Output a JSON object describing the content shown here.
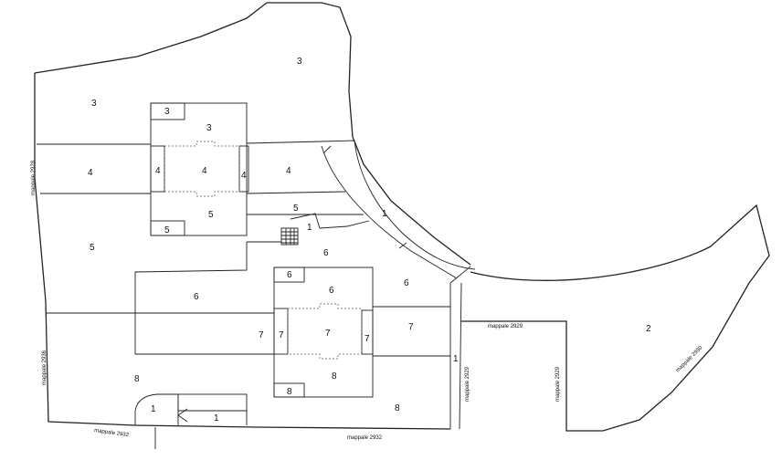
{
  "labels": {
    "upper_block": {
      "n3_top": "3",
      "n3_left": "3",
      "n3_box": "3",
      "n3_center": "3",
      "n4_left": "4",
      "n4_box": "4",
      "n4_center": "4",
      "n4_right_box": "4",
      "n4_right": "4",
      "n5_center": "5",
      "n5_box": "5",
      "n5_right": "5",
      "n5_left": "5",
      "n1_small": "1"
    },
    "lower_block": {
      "n6_top": "6",
      "n6_left": "6",
      "n6_box": "6",
      "n6_center": "6",
      "n6_right": "6",
      "n7_left": "7",
      "n7_box": "7",
      "n7_center": "7",
      "n7_right_box": "7",
      "n7_right": "7",
      "n8_left": "8",
      "n8_center": "8",
      "n8_box": "8",
      "n8_right": "8"
    },
    "other": {
      "road": "1",
      "road_lower": "1",
      "bottom_left_1": "1",
      "bottom_strip_1": "1",
      "parcel_2": "2"
    }
  },
  "mappali": {
    "m2928": "mappale 2928",
    "m2936": "mappale 2936",
    "m2932_left": "mappale 2932",
    "m2932_bottom": "mappale 2932",
    "m2929_vert": "mappale 2929",
    "m2929_horiz": "mappale 2929",
    "m2929_right": "mappale 2929",
    "m2930": "mappale 2930"
  },
  "colors": {
    "line": "#222222",
    "background": "#ffffff"
  }
}
